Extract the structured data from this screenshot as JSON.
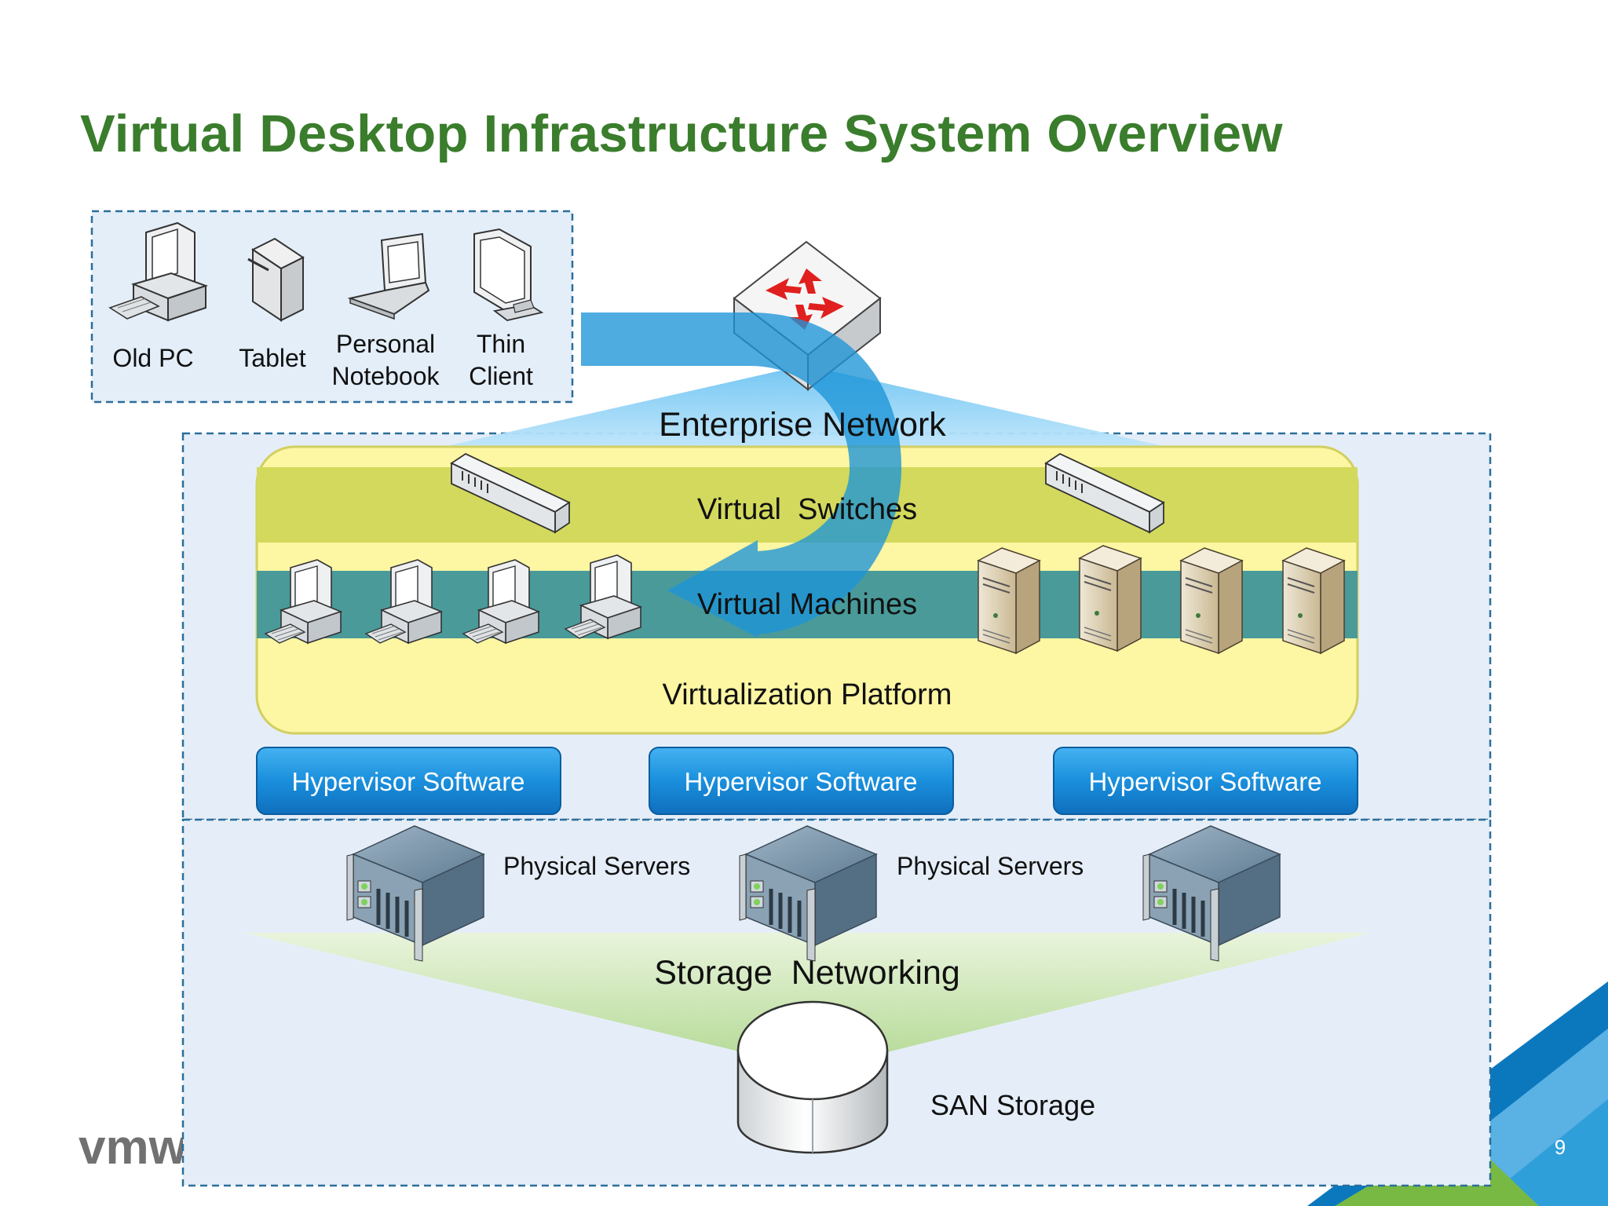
{
  "slide": {
    "title": "Virtual Desktop Infrastructure System Overview",
    "page_number": "9",
    "logo_text": "vmware",
    "accent_green": "#3a7d2c",
    "accent_blue": "#1e90d8"
  },
  "endpoints": [
    {
      "line1": "Old PC",
      "line2": "",
      "icon": "desktop-pc-icon"
    },
    {
      "line1": "Tablet",
      "line2": "",
      "icon": "tablet-icon"
    },
    {
      "line1": "Personal",
      "line2": "Notebook",
      "icon": "laptop-icon"
    },
    {
      "line1": "Thin",
      "line2": "Client",
      "icon": "thin-client-icon"
    }
  ],
  "layers": {
    "enterprise_network": "Enterprise Network",
    "virtual_switches": "Virtual  Switches",
    "virtual_machines": "Virtual Machines",
    "virtualization_platform": "Virtualization Platform",
    "storage_networking": "Storage  Networking",
    "san_storage": "SAN Storage"
  },
  "hypervisors": [
    {
      "label": "Hypervisor Software"
    },
    {
      "label": "Hypervisor Software"
    },
    {
      "label": "Hypervisor Software"
    }
  ],
  "physical_servers": [
    {
      "label": "Physical Servers"
    },
    {
      "label": "Physical Servers"
    }
  ]
}
